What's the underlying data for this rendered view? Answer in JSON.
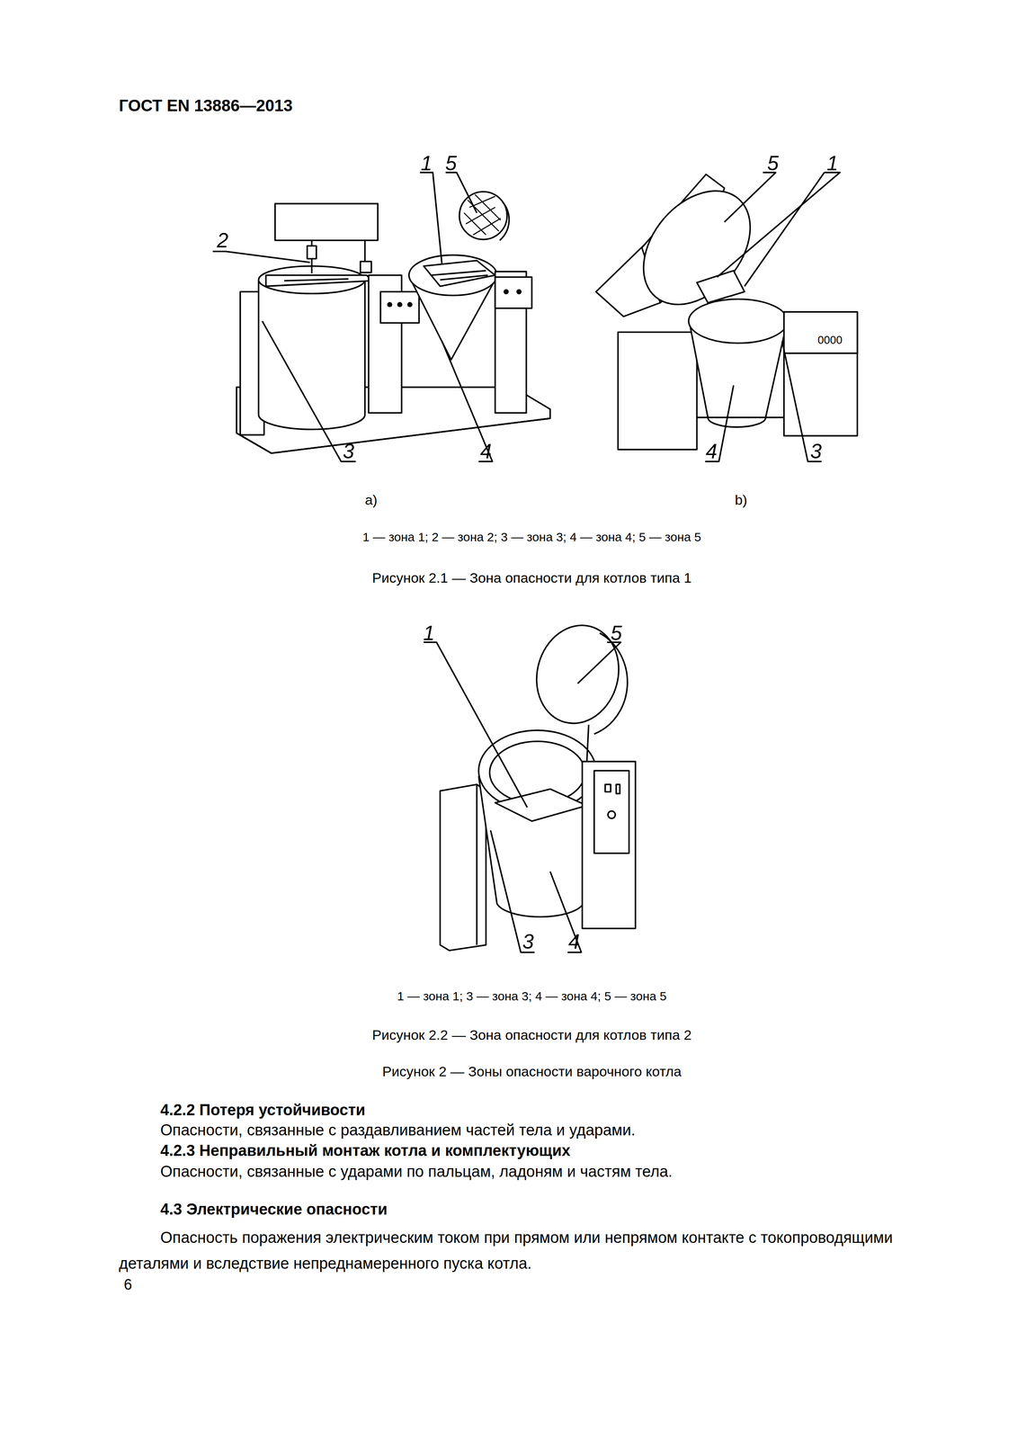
{
  "diagram": {
    "caption": "Рисунок 2 — Зоны опасности варочного котла",
    "labels": [
      "ГОСТ EN 13886—2013",
      "1",
      "5",
      "2",
      "3",
      "4",
      "5",
      "1",
      "4",
      "3",
      "0000",
      "a)",
      "b)",
      "1 — зона 1; 2 — зона 2; 3 — зона 3; 4 — зона 4; 5 — зона 5",
      "Рисунок 2.1 — Зона опасности для котлов типа 1",
      "1",
      "5",
      "3",
      "4",
      "1 — зона 1; 3 — зона 3; 4 — зона 4; 5 — зона 5",
      "Рисунок 2.2 — Зона опасности для котлов типа 2",
      "4.2.2 Потеря устойчивости",
      "Опасности, связанные с раздавливанием частей тела и ударами.",
      "4.2.3 Неправильный монтаж котла и комплектующих",
      "Опасности, связанные с ударами по пальцам, ладоням и частям тела.",
      "4.3 Электрические опасности",
      "Опасность поражения электрическим током при прямом или непрямом контакте с токопроводящими деталями и вследствие непреднамеренного пуска котла.",
      "6"
    ]
  }
}
